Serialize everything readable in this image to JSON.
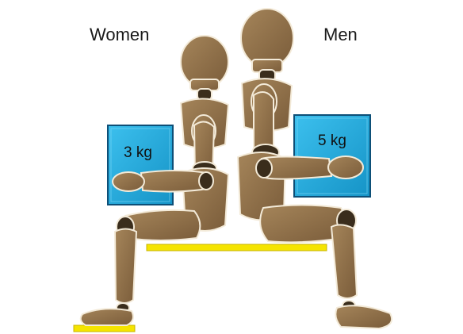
{
  "groups": {
    "women": {
      "label": "Women",
      "weight": "3 kg"
    },
    "men": {
      "label": "Men",
      "weight": "5 kg"
    }
  },
  "colors": {
    "mannequin_wood": "#8b6b45",
    "mannequin_dark": "#3a2d1c",
    "mannequin_outline": "#f3ead8",
    "weight_box": "#1ba8dc",
    "weight_box_edge": "#0d4f77",
    "footrest": "#f5e400",
    "footrest_edge": "#c8b400"
  }
}
